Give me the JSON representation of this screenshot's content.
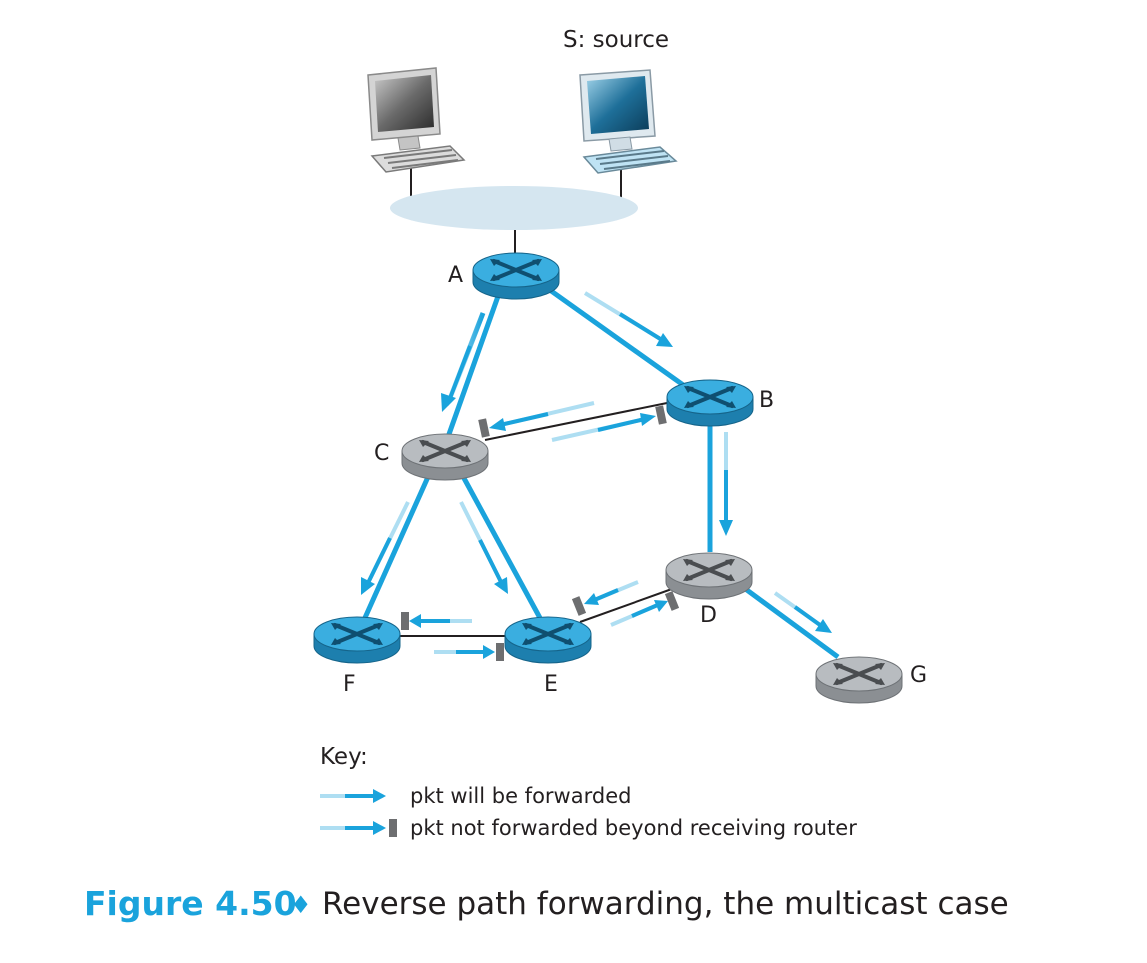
{
  "source_label": "S: source",
  "nodes": {
    "A": "A",
    "B": "B",
    "C": "C",
    "D": "D",
    "E": "E",
    "F": "F",
    "G": "G"
  },
  "key": {
    "title": "Key:",
    "forwarded": "pkt will be forwarded",
    "not_forwarded": "pkt not forwarded beyond receiving router"
  },
  "caption": {
    "figure": "Figure 4.50",
    "separator": "♦",
    "text": "Reverse path forwarding, the multicast case"
  },
  "colors": {
    "arrow": "#1aa3dc",
    "router_blue": "#3aaee0",
    "router_gray": "#b8bcc0",
    "lan": "#d5e6f0",
    "blocker": "#6d6e70"
  }
}
